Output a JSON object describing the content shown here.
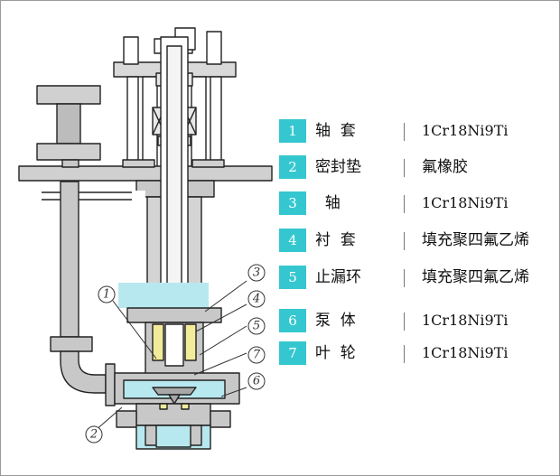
{
  "callouts": [
    "①",
    "②",
    "③",
    "④",
    "⑤",
    "⑥",
    "⑦"
  ],
  "legend": [
    {
      "num": "1",
      "name": "轴  套",
      "material": "1Cr18Ni9Ti"
    },
    {
      "num": "2",
      "name": "密封垫",
      "material": "氟橡胶"
    },
    {
      "num": "3",
      "name": "  轴",
      "material": "1Cr18Ni9Ti"
    },
    {
      "num": "4",
      "name": "衬  套",
      "material": "填充聚四氟乙烯"
    },
    {
      "num": "5",
      "name": "止漏环",
      "material": "填充聚四氟乙烯"
    },
    {
      "num": "6",
      "name": "泵  体",
      "material": "1Cr18Ni9Ti"
    },
    {
      "num": "7",
      "name": "叶  轮",
      "material": "1Cr18Ni9Ti"
    }
  ],
  "colors": {
    "metal": "#c8c8c8",
    "liquid": "#b8e8ef",
    "bushing": "#f2ec9a",
    "legend_badge": "#35c7cf",
    "outline": "#222222"
  }
}
